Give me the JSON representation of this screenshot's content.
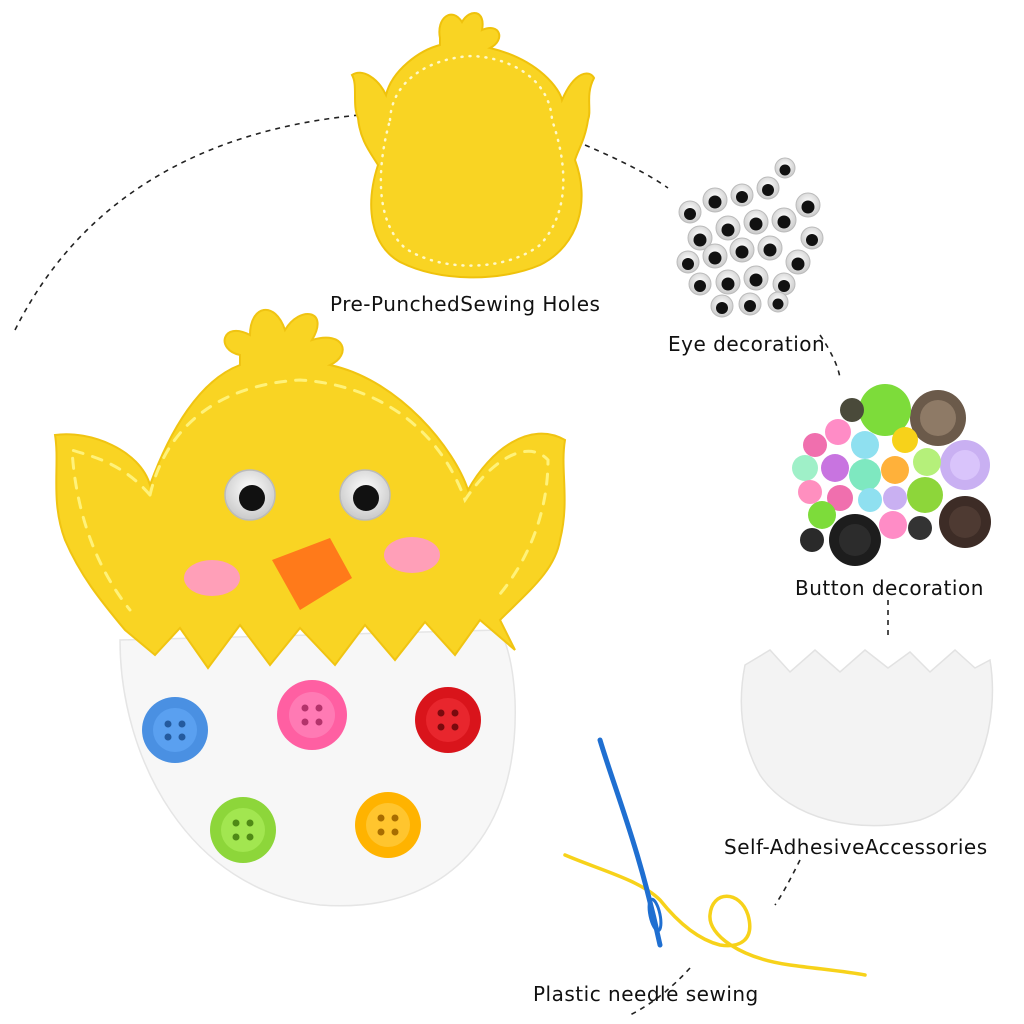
{
  "labels": {
    "sewing_holes": "Pre-PunchedSewing Holes",
    "eye_decoration": "Eye decoration",
    "button_decoration": "Button decoration",
    "self_adhesive": "Self-AdhesiveAccessories",
    "plastic_needle": "Plastic needle sewing"
  },
  "colors": {
    "felt_yellow": "#f9d423",
    "felt_yellow_dark": "#f2c40f",
    "shell_white": "#f7f7f7",
    "beak_orange": "#ff7a1a",
    "cheek_pink": "#ff9fb8",
    "needle_blue": "#1f6fd1",
    "thread_yellow": "#f7d21a",
    "button_blue": "#4a90e2",
    "button_pink": "#ff5fa2",
    "button_red": "#d9141b",
    "button_green": "#8dd63a",
    "button_orange": "#ffb300"
  },
  "icons": {
    "chick_template": "chick-felt-template-icon",
    "googly_eyes": "googly-eyes-icon",
    "buttons_pile": "buttons-pile-icon",
    "egg_shell": "egg-shell-piece-icon",
    "needle_thread": "needle-thread-icon"
  }
}
